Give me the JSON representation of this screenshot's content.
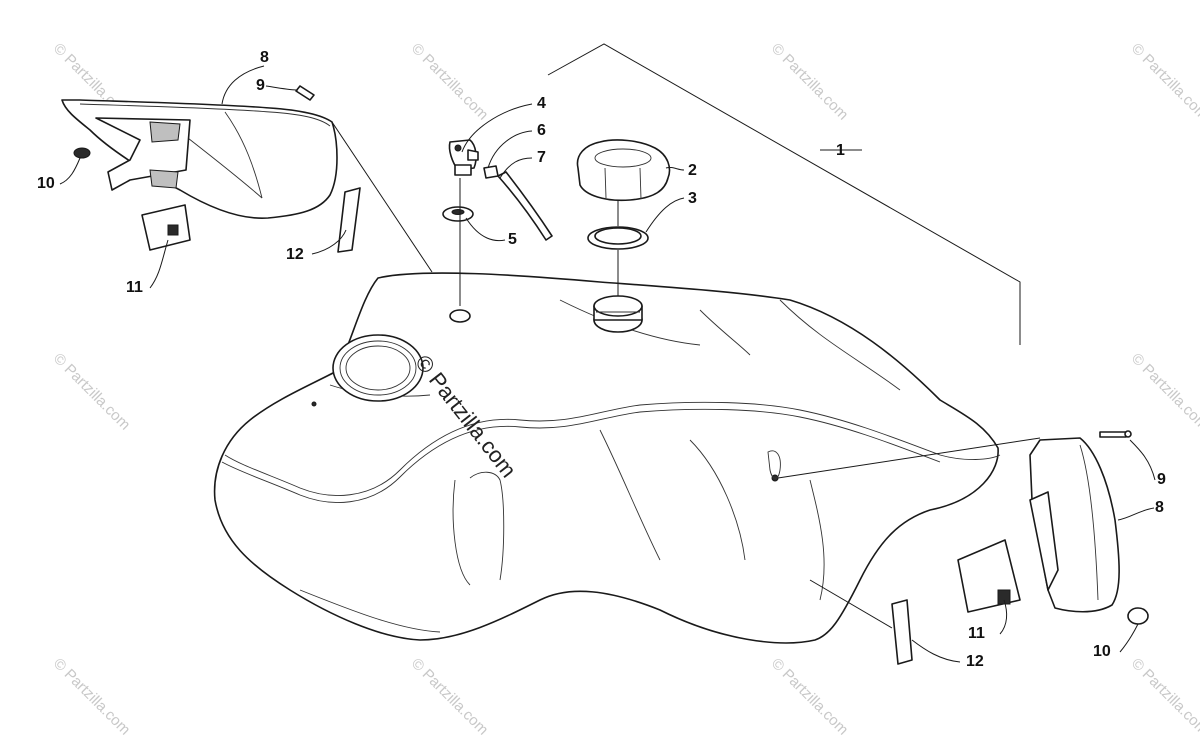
{
  "diagram": {
    "callouts": {
      "c1": "1",
      "c2": "2",
      "c3": "3",
      "c4": "4",
      "c5": "5",
      "c6": "6",
      "c7": "7",
      "c8_left": "8",
      "c9_left": "9",
      "c10_left": "10",
      "c11_left": "11",
      "c12_left": "12",
      "c8_right": "8",
      "c9_right": "9",
      "c10_right": "10",
      "c11_right": "11",
      "c12_right": "12"
    },
    "watermark": "© Partzilla.com",
    "center_watermark": "© Partzilla.com"
  }
}
